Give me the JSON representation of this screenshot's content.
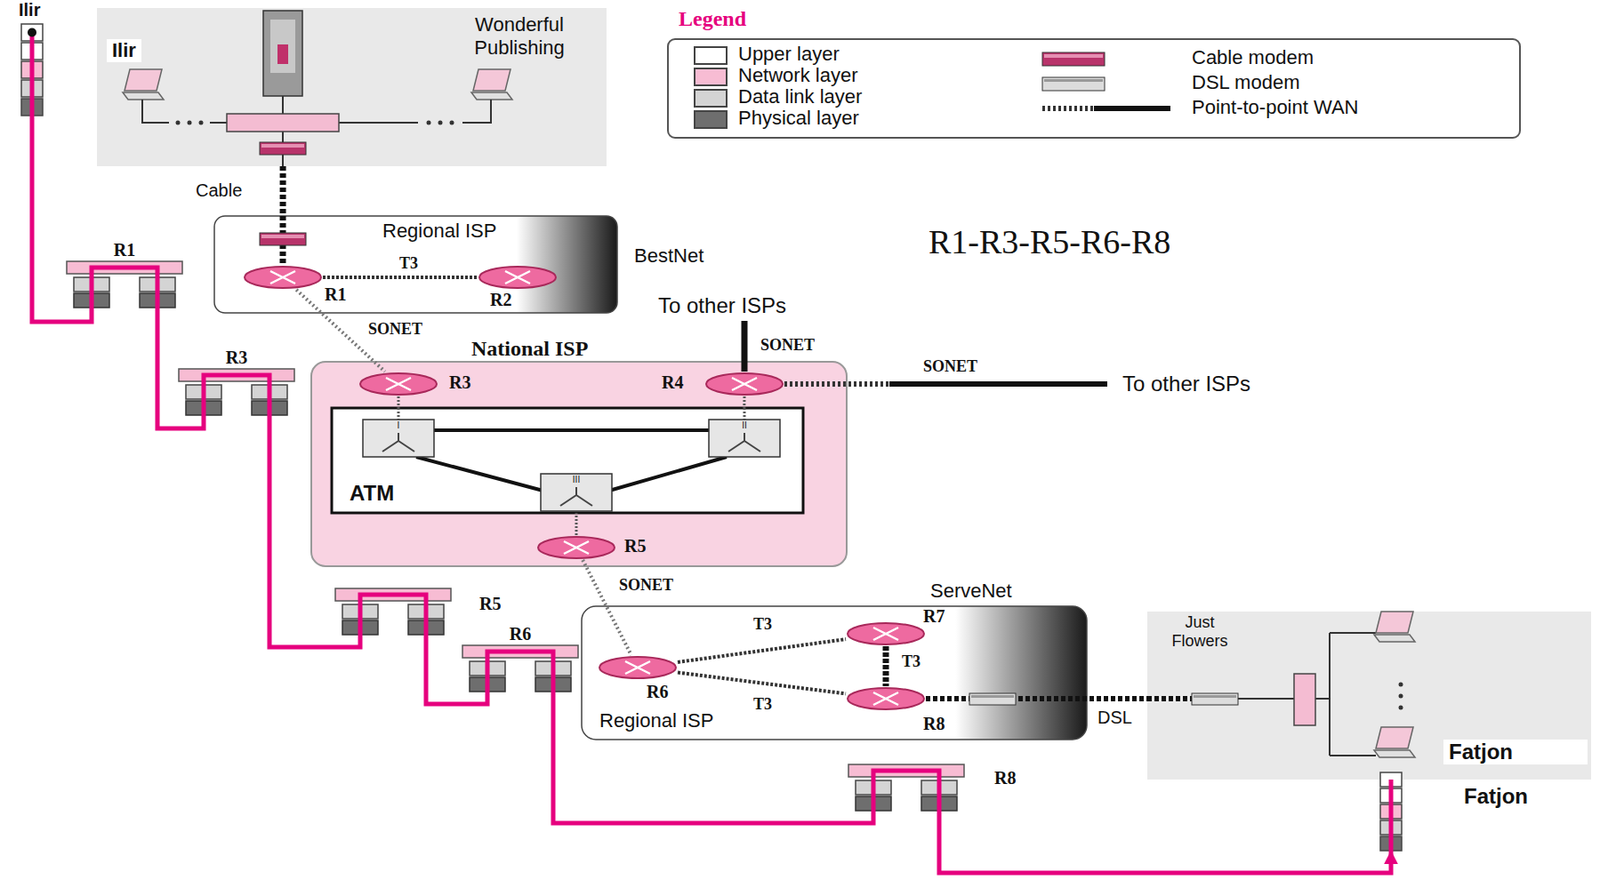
{
  "diagram": {
    "nodes": [
      {
        "text": [
          "Wonderful Publishing"
        ]
      },
      {
        "text": [
          "Regional ISP",
          "BestNet"
        ]
      },
      {
        "text": [
          "R1"
        ],
        "in": 1
      },
      {
        "text": [
          "R2"
        ],
        "in": 1
      },
      {
        "text": [
          "National ISP"
        ]
      },
      {
        "text": [
          "R3"
        ],
        "in": 4
      },
      {
        "text": [
          "R4"
        ],
        "in": 4
      },
      {
        "text": [
          "ATM"
        ],
        "in": 4
      },
      {
        "text": [
          "R5"
        ],
        "in": 4
      },
      {
        "text": [
          "ServeNet",
          "Regional ISP"
        ]
      },
      {
        "text": [
          "R6"
        ],
        "in": 9
      },
      {
        "text": [
          "R7"
        ],
        "in": 9
      },
      {
        "text": [
          "R8"
        ],
        "in": 9
      },
      {
        "text": [
          "Just Flowers"
        ]
      },
      {
        "text": [
          "Ilir"
        ]
      },
      {
        "text": [
          "R1"
        ]
      },
      {
        "text": [
          "R3"
        ]
      },
      {
        "text": [
          "R5"
        ]
      },
      {
        "text": [
          "R6"
        ]
      },
      {
        "text": [
          "R8"
        ]
      },
      {
        "text": [
          "Fatjon"
        ]
      }
    ],
    "edges": [
      {
        "from": 0,
        "to": 2,
        "arrow": "none",
        "label": "Cable"
      },
      {
        "from": 2,
        "to": 3,
        "arrow": "none",
        "label": "T3"
      },
      {
        "from": 2,
        "to": 5,
        "arrow": "none",
        "label": "SONET"
      },
      {
        "from": 5,
        "to": 7,
        "arrow": "none"
      },
      {
        "from": 6,
        "to": 7,
        "arrow": "none"
      },
      {
        "from": 8,
        "to": 7,
        "arrow": "none"
      },
      {
        "from": 8,
        "to": 10,
        "arrow": "none",
        "label": "SONET"
      },
      {
        "from": 10,
        "to": 11,
        "arrow": "none",
        "label": "T3"
      },
      {
        "from": 10,
        "to": 12,
        "arrow": "none",
        "label": "T3"
      },
      {
        "from": 11,
        "to": 12,
        "arrow": "none",
        "label": "T3"
      },
      {
        "from": 12,
        "to": 13,
        "arrow": "none",
        "label": "DSL"
      },
      {
        "from": 14,
        "to": 15,
        "arrow": "none"
      },
      {
        "from": 15,
        "to": 16,
        "arrow": "none"
      },
      {
        "from": 16,
        "to": 17,
        "arrow": "none"
      },
      {
        "from": 17,
        "to": 18,
        "arrow": "none"
      },
      {
        "from": 18,
        "to": 19,
        "arrow": "none"
      },
      {
        "from": 19,
        "to": 20,
        "arrow": "to"
      }
    ],
    "labels": [
      "Legend",
      "Ilir",
      "R1-R3-R5-R6-R8",
      "To other ISPs",
      "SONET",
      "SONET",
      "To other ISPs",
      "Fatjon",
      "I",
      "II",
      "III"
    ],
    "legend": [
      {
        "text": "Upper layer",
        "color": "#ffffff"
      },
      {
        "text": "Network layer",
        "color": "#f7bcd3"
      },
      {
        "text": "Data link layer",
        "color": "#d4d4d4"
      },
      {
        "text": "Physical layer",
        "color": "#6e6e6e"
      },
      {
        "text": "Cable modem"
      },
      {
        "text": "DSL modem"
      },
      {
        "text": "Point-to-point WAN"
      }
    ]
  }
}
